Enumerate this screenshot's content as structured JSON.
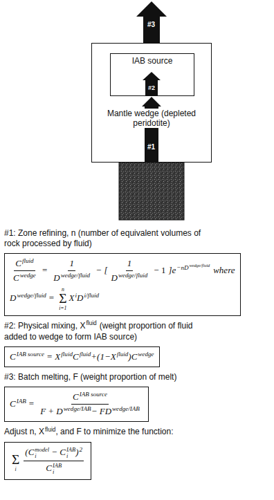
{
  "diagram": {
    "nodes": [
      {
        "text": [
          "Mantle wedge (depleted peridotite)"
        ]
      },
      {
        "text": [
          "IAB source"
        ],
        "in": 0
      }
    ],
    "labels": [
      "#3",
      "#2",
      "#1",
      "#1: Zone refining, n (number of equivalent volumes of rock processed by fluid)",
      "C",
      "fluid",
      "C",
      "wedge",
      "=",
      "1",
      "D",
      "wedge/fluid",
      "−",
      "[",
      "1",
      "D",
      "wedge/fluid",
      "− 1",
      "]",
      "e",
      "−nD",
      "wedge/fluid",
      "where",
      "D",
      "wedge/fluid",
      "=",
      "n",
      "Σ",
      "i=1",
      "X",
      "i",
      "D",
      "i/fluid",
      "#2: Physical mixing, X",
      "fluid",
      "(weight proportion of fluid added to wedge to form IAB source)",
      "C",
      "IAB source",
      "=",
      "X",
      "fluid",
      "C",
      "fluid",
      "+(1−X",
      "fluid",
      ")C",
      "wedge",
      "#3: Batch melting, F (weight proportion of melt)",
      "C",
      "IAB",
      "=",
      "C",
      "IAB source",
      "F + D",
      "wedge/IAB",
      "− FD",
      "wedge/IAB",
      "Adjust n, X",
      "fluid",
      ", and F to minimize the function:",
      "Σ",
      "i",
      "(C",
      "model",
      "i",
      "−",
      "C",
      "IAB",
      "i",
      ")",
      "2",
      "C",
      "IAB",
      "i"
    ]
  }
}
